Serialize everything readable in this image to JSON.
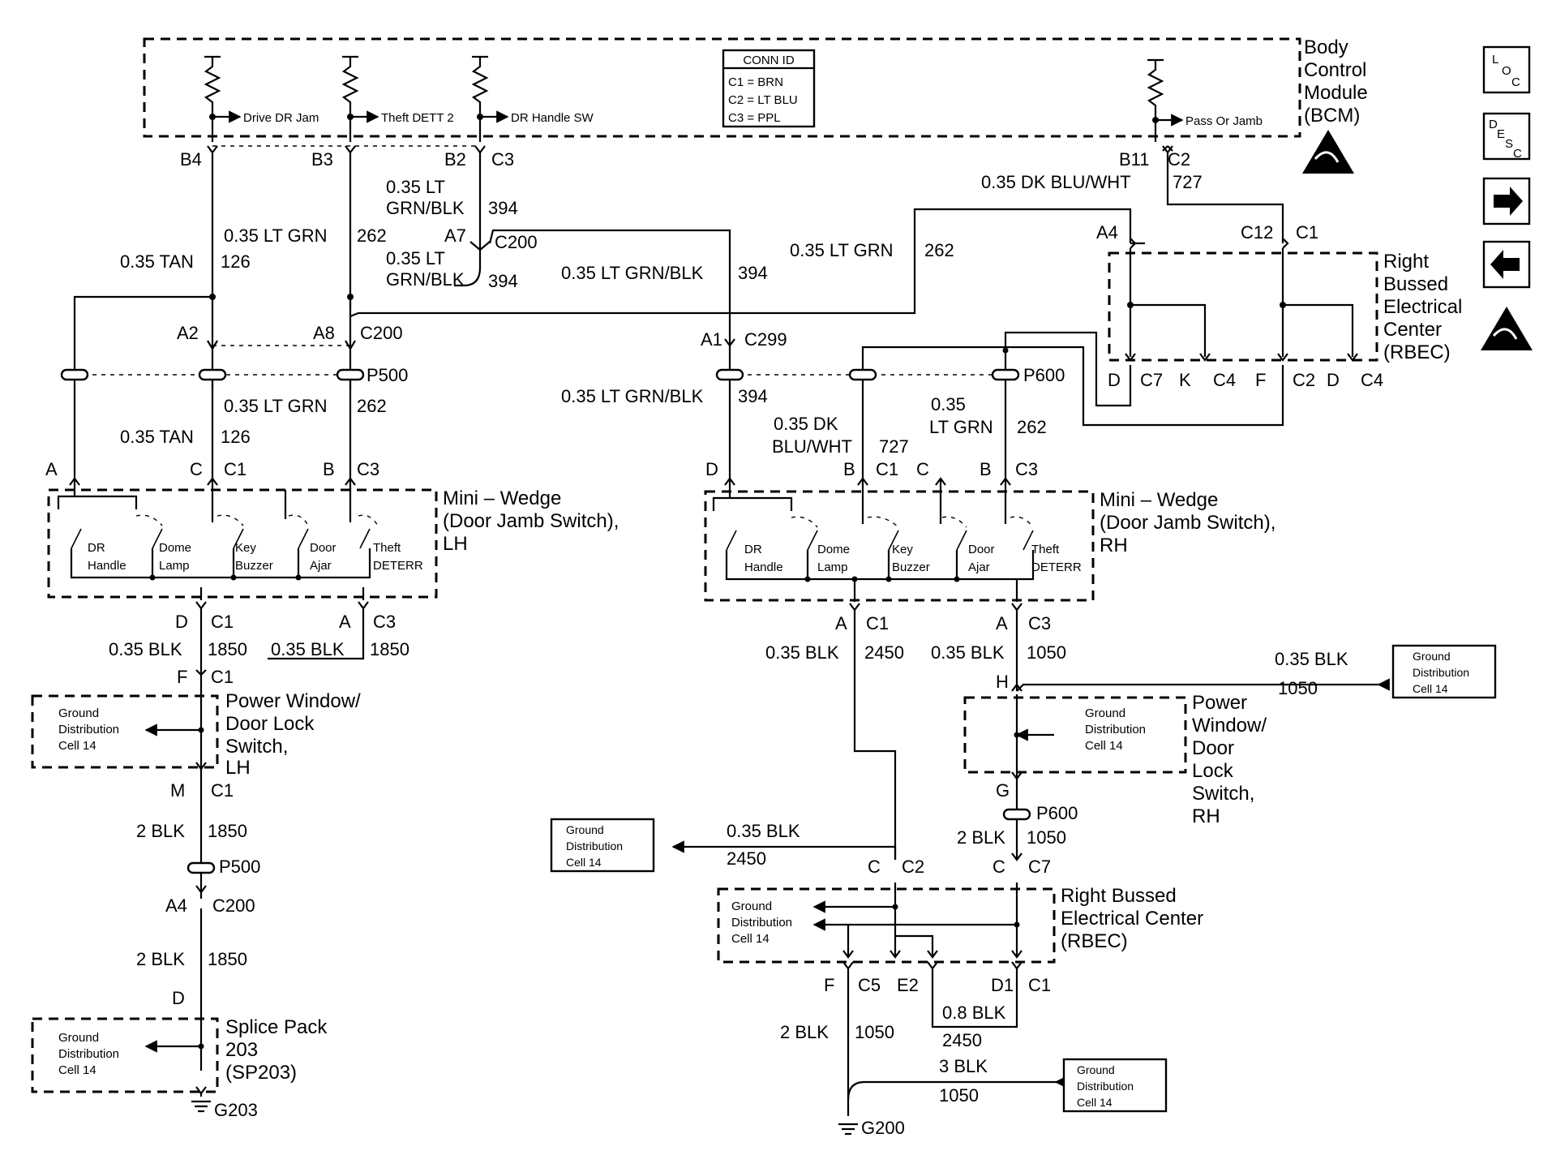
{
  "modules": {
    "bcm": [
      "Body",
      "Control",
      "Module",
      "(BCM)"
    ],
    "rbec_top": [
      "Right",
      "Bussed",
      "Electrical",
      "Center",
      "(RBEC)"
    ],
    "rbec_bottom": [
      "Right Bussed",
      "Electrical Center",
      "(RBEC)"
    ],
    "mini_wedge_lh": [
      "Mini – Wedge",
      "(Door Jamb Switch),",
      "LH"
    ],
    "mini_wedge_rh": [
      "Mini – Wedge",
      "(Door Jamb Switch),",
      "RH"
    ],
    "pwdl_lh": [
      "Power Window/",
      "Door Lock",
      "Switch,",
      "LH"
    ],
    "pwdl_rh": [
      "Power",
      "Window/",
      "Door",
      "Lock",
      "Switch,",
      "RH"
    ],
    "splice_pack": [
      "Splice Pack",
      "203",
      "(SP203)"
    ]
  },
  "conn_id": {
    "title": "CONN ID",
    "rows": [
      "C1 = BRN",
      "C2 = LT BLU",
      "C3 = PPL"
    ]
  },
  "bcm_inputs": [
    "Drive DR Jam",
    "Theft DETT 2",
    "DR Handle SW",
    "Pass Or Jamb"
  ],
  "switches": {
    "lh": [
      "DR",
      "Handle",
      "Dome",
      "Lamp",
      "Key",
      "Buzzer",
      "Door",
      "Ajar",
      "Theft",
      "DETERR"
    ],
    "rh": [
      "DR",
      "Handle",
      "Dome",
      "Lamp",
      "Key",
      "Buzzer",
      "Door",
      "Ajar",
      "Theft",
      "DETERR"
    ]
  },
  "ground_dist": [
    "Ground",
    "Distribution",
    "Cell 14"
  ],
  "pins": {
    "bcm": [
      "B4",
      "B3",
      "B2",
      "C3",
      "B11",
      "C2"
    ],
    "lh_mid": [
      "A2",
      "A8",
      "C200",
      "A7",
      "C200"
    ],
    "rbec_top": [
      "A4",
      "C12",
      "C1",
      "D",
      "C7",
      "K",
      "C4",
      "F",
      "C2",
      "D",
      "C4"
    ],
    "c299": [
      "A1",
      "C299"
    ],
    "lh_wedge": [
      "A",
      "C",
      "C1",
      "B",
      "C3",
      "D",
      "C1",
      "A",
      "C3"
    ],
    "rh_wedge": [
      "D",
      "B",
      "C1",
      "C",
      "B",
      "C3",
      "A",
      "C1",
      "A",
      "C3"
    ],
    "lh_lower": [
      "F",
      "C1",
      "M",
      "C1",
      "A4",
      "C200",
      "D"
    ],
    "rh_lower": [
      "H",
      "G",
      "C",
      "C7",
      "C",
      "C2",
      "F",
      "C5",
      "E2",
      "D1",
      "C1"
    ]
  },
  "inline": [
    "P500",
    "P600",
    "P500",
    "P600"
  ],
  "grounds": [
    "G203",
    "G200"
  ],
  "wires": {
    "tan1": "0.35 TAN",
    "tan1n": "126",
    "tan2": "0.35 TAN",
    "tan2n": "126",
    "ltgrn1": "0.35 LT GRN",
    "ltgrn1n": "262",
    "ltgrn2": "0.35 LT GRN",
    "ltgrn2n": "262",
    "ltgrn3": "0.35 LT GRN",
    "ltgrn3n": "262",
    "ltgrn4a": "0.35",
    "ltgrn4b": "LT GRN",
    "ltgrn4n": "262",
    "grnblk1a": "0.35 LT",
    "grnblk1b": "GRN/BLK",
    "grnblk1n": "394",
    "grnblk2a": "0.35 LT",
    "grnblk2b": "GRN/BLK",
    "grnblk2n": "394",
    "grnblk3": "0.35 LT GRN/BLK",
    "grnblk3n": "394",
    "grnblk4": "0.35 LT GRN/BLK",
    "grnblk4n": "394",
    "dkblu1": "0.35 DK BLU/WHT",
    "dkblu1n": "727",
    "dkblu2a": "0.35 DK",
    "dkblu2b": "BLU/WHT",
    "dkblu2n": "727",
    "blk1": "0.35 BLK",
    "blk1n": "1850",
    "blk2": "0.35 BLK",
    "blk2n": "1850",
    "blk3": "2 BLK",
    "blk3n": "1850",
    "blk4": "2 BLK",
    "blk4n": "1850",
    "blk5": "0.35 BLK",
    "blk5n": "2450",
    "blk6": "0.35 BLK",
    "blk6n": "1050",
    "blk7": "0.35 BLK",
    "blk7n": "1050",
    "blk8": "2 BLK",
    "blk8n": "1050",
    "blk9": "0.35 BLK",
    "blk9n": "2450",
    "blk10": "0.8 BLK",
    "blk10n": "2450",
    "blk11": "2 BLK",
    "blk11n": "1050",
    "blk12": "3 BLK",
    "blk12n": "1050"
  },
  "side_icons": [
    "L",
    "O",
    "C",
    "D",
    "E",
    "S",
    "C",
    "right-arrow-icon",
    "left-arrow-icon",
    "esd-warning-icon"
  ]
}
